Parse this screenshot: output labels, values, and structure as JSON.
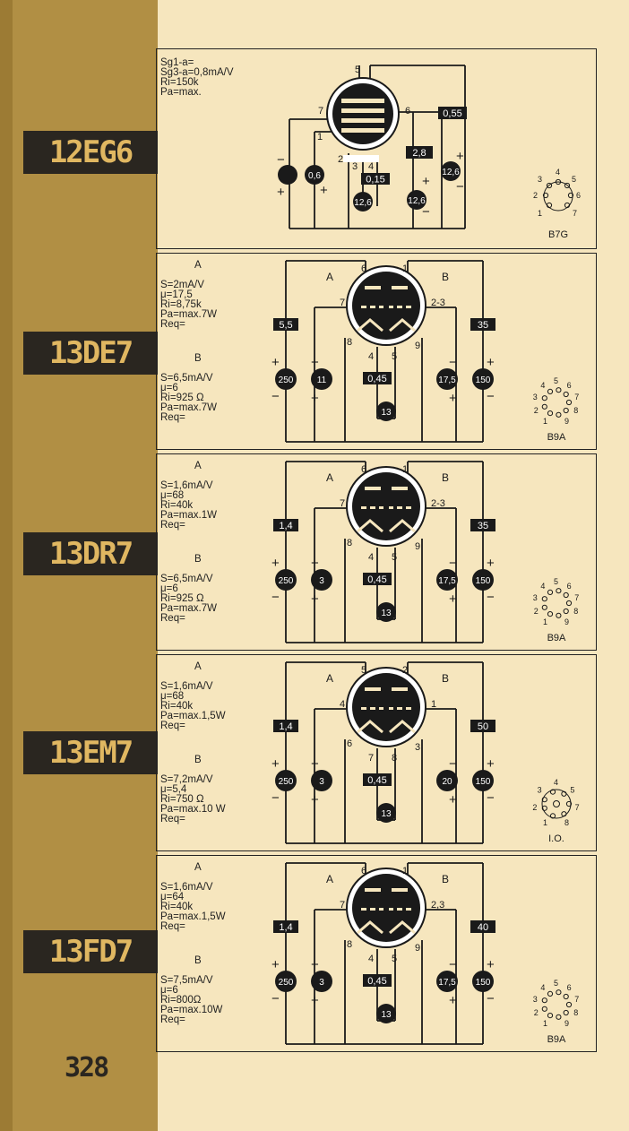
{
  "page_number": "328",
  "tubes": [
    {
      "name": "12EG6",
      "specs": [
        "Sg1-a=",
        "Sg3-a=0,8mA/V",
        "Ri=150k",
        "Pa=max."
      ],
      "pins": {
        "top": "5",
        "left": "7",
        "right": "6",
        "p1": "1",
        "p2": "2",
        "p3": "3",
        "p4": "4"
      },
      "values": {
        "g1_box": "0,6",
        "cathode_box": "0,15",
        "left_heater": "12,6",
        "right_heater": "12,6",
        "grid_box": "2,8",
        "plate_box": "0,55",
        "plate_circle": "12,6"
      },
      "base": {
        "pins": [
          "1",
          "2",
          "3",
          "4",
          "5",
          "6",
          "7"
        ],
        "type": "B7G"
      }
    },
    {
      "name": "13DE7",
      "section_a": {
        "label": "A",
        "specs": [
          "S=2mA/V",
          "μ=17,5",
          "Ri=8,75k",
          "Pa=max.7W",
          "Req="
        ]
      },
      "section_b": {
        "label": "B",
        "specs": [
          "S=6,5mA/V",
          "μ=6",
          "Ri=925 Ω",
          "Pa=max.7W",
          "Req="
        ]
      },
      "pins": {
        "top_left": "6",
        "top_right": "1",
        "left": "7",
        "right": "2-3",
        "bottom_left": "8",
        "bottom_right": "9",
        "p4": "4",
        "p5": "5"
      },
      "values": {
        "a_box": "5,5",
        "a_plate": "250",
        "a_grid": "11",
        "heater_box": "0,45",
        "heater": "13",
        "b_grid": "17,5",
        "b_plate": "150",
        "b_box": "35"
      },
      "base": {
        "pins": [
          "1",
          "2",
          "3",
          "4",
          "5",
          "6",
          "7",
          "8",
          "9"
        ],
        "type": "B9A"
      }
    },
    {
      "name": "13DR7",
      "section_a": {
        "label": "A",
        "specs": [
          "S=1,6mA/V",
          "μ=68",
          "Ri=40k",
          "Pa=max.1W",
          "Req="
        ]
      },
      "section_b": {
        "label": "B",
        "specs": [
          "S=6,5mA/V",
          "μ=6",
          "Ri=925 Ω",
          "Pa=max.7W",
          "Req="
        ]
      },
      "pins": {
        "top_left": "6",
        "top_right": "1",
        "left": "7",
        "right": "2-3",
        "bottom_left": "8",
        "bottom_right": "9",
        "p4": "4",
        "p5": "5"
      },
      "values": {
        "a_box": "1,4",
        "a_plate": "250",
        "a_grid": "3",
        "heater_box": "0,45",
        "heater": "13",
        "b_grid": "17,5",
        "b_plate": "150",
        "b_box": "35"
      },
      "base": {
        "pins": [
          "1",
          "2",
          "3",
          "4",
          "5",
          "6",
          "7",
          "8",
          "9"
        ],
        "type": "B9A"
      }
    },
    {
      "name": "13EM7",
      "section_a": {
        "label": "A",
        "specs": [
          "S=1,6mA/V",
          "μ=68",
          "Ri=40k",
          "Pa=max.1,5W",
          "Req="
        ]
      },
      "section_b": {
        "label": "B",
        "specs": [
          "S=7,2mA/V",
          "μ=5,4",
          "Ri=750 Ω",
          "Pa=max.10 W",
          "Req="
        ]
      },
      "pins": {
        "top_left": "5",
        "top_right": "2",
        "left": "4",
        "right": "1",
        "bottom_left": "6",
        "bottom_right": "3",
        "p4": "7",
        "p5": "8"
      },
      "values": {
        "a_box": "1,4",
        "a_plate": "250",
        "a_grid": "3",
        "heater_box": "0,45",
        "heater": "13",
        "b_grid": "20",
        "b_plate": "150",
        "b_box": "50"
      },
      "base": {
        "pins": [
          "1",
          "2",
          "3",
          "4",
          "5",
          "7",
          "8"
        ],
        "type": "I.O."
      }
    },
    {
      "name": "13FD7",
      "section_a": {
        "label": "A",
        "specs": [
          "S=1,6mA/V",
          "μ=64",
          "Ri=40k",
          "Pa=max.1,5W",
          "Req="
        ]
      },
      "section_b": {
        "label": "B",
        "specs": [
          "S=7,5mA/V",
          "μ=6",
          "Ri=800Ω",
          "Pa=max.10W",
          "Req="
        ]
      },
      "pins": {
        "top_left": "6",
        "top_right": "1",
        "left": "7",
        "right": "2,3",
        "bottom_left": "8",
        "bottom_right": "9",
        "p4": "4",
        "p5": "5"
      },
      "values": {
        "a_box": "1,4",
        "a_plate": "250",
        "a_grid": "3",
        "heater_box": "0,45",
        "heater": "13",
        "b_grid": "17,5",
        "b_plate": "150",
        "b_box": "40"
      },
      "base": {
        "pins": [
          "1",
          "2",
          "3",
          "4",
          "5",
          "6",
          "7",
          "8",
          "9"
        ],
        "type": "B9A"
      }
    }
  ]
}
